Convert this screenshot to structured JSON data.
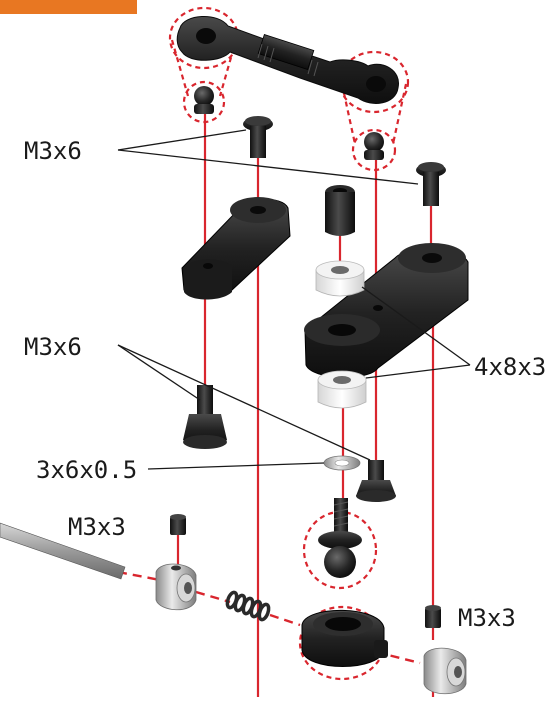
{
  "accent_color": "#e87722",
  "guide_color": "#d9262e",
  "labels": {
    "screw_top": "M3x6",
    "screw_bottom": "M3x6",
    "spacer": "4x8x3",
    "washer": "3x6x0.5",
    "set_screw_left": "M3x3",
    "set_screw_right": "M3x3"
  },
  "parts": [
    "turnbuckle-link-icon",
    "ball-stud-icon",
    "button-head-screw-icon",
    "servo-arm-icon",
    "spacer-icon",
    "countersunk-screw-icon",
    "washer-icon",
    "pushrod-icon",
    "collar-icon",
    "spring-icon",
    "ball-joint-icon",
    "set-screw-icon"
  ]
}
